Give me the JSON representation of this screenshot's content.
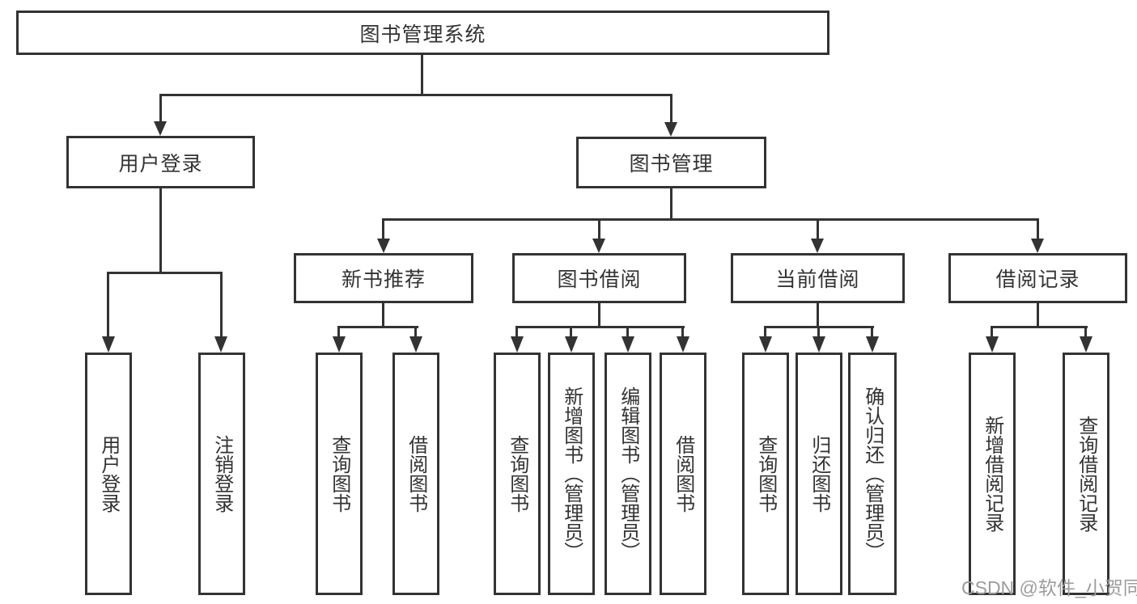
{
  "diagram": {
    "root": "图书管理系统",
    "branches": [
      {
        "label": "用户登录",
        "children": [
          "用户登录",
          "注销登录"
        ]
      },
      {
        "label": "图书管理",
        "groups": [
          {
            "label": "新书推荐",
            "children": [
              "查询图书",
              "借阅图书"
            ]
          },
          {
            "label": "图书借阅",
            "children": [
              "查询图书",
              "新增图书（管理员）",
              "编辑图书（管理员）",
              "借阅图书"
            ]
          },
          {
            "label": "当前借阅",
            "children": [
              "查询图书",
              "归还图书",
              "确认归还（管理员）"
            ]
          },
          {
            "label": "借阅记录",
            "children": [
              "新增借阅记录",
              "查询借阅记录"
            ]
          }
        ]
      }
    ]
  },
  "watermark": "CSDN @软件_小贺同学",
  "icons": {
    "arrow_down_icon": "css solid triangle pointing down"
  },
  "colors": {
    "line": "#333333",
    "text": "#333333",
    "watermark": "#9c9c9c",
    "background": "#ffffff"
  }
}
